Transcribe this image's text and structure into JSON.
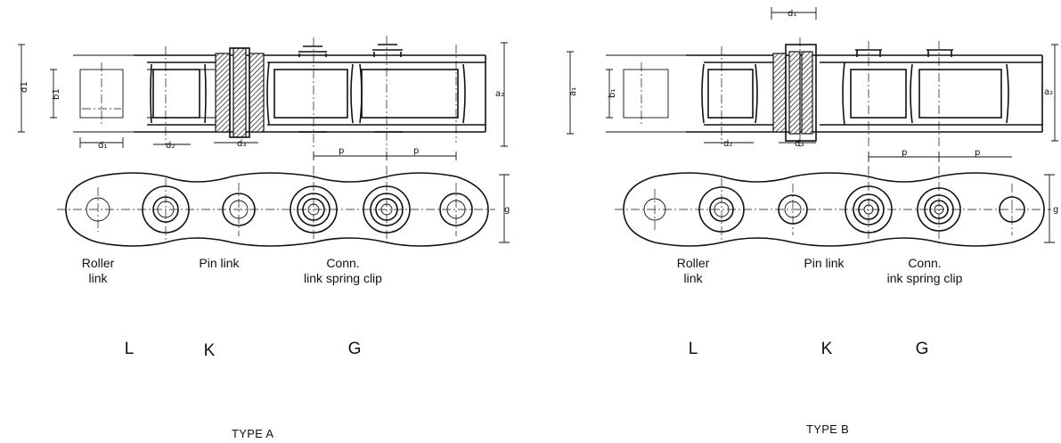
{
  "panels": [
    {
      "id": "A",
      "type_label": "TYPE A",
      "letters": [
        "L",
        "K",
        "G"
      ],
      "names": [
        {
          "line1": "Roller",
          "line2": "link"
        },
        {
          "line1": "Pin  link",
          "line2": ""
        },
        {
          "line1": "Conn.",
          "line2": "link spring clip"
        }
      ],
      "dimensions": [
        "d1",
        "b1",
        "d1",
        "d2",
        "d3",
        "a2",
        "p",
        "p",
        "g"
      ]
    },
    {
      "id": "B",
      "type_label": "TYPE B",
      "letters": [
        "L",
        "K",
        "G"
      ],
      "names": [
        {
          "line1": "Roller",
          "line2": "link"
        },
        {
          "line1": "Pin link",
          "line2": ""
        },
        {
          "line1": "Conn.",
          "line2": "ink spring clip"
        }
      ],
      "dimensions": [
        "d1",
        "a1",
        "b1",
        "d2",
        "d3",
        "a2",
        "p",
        "p",
        "g"
      ]
    }
  ]
}
